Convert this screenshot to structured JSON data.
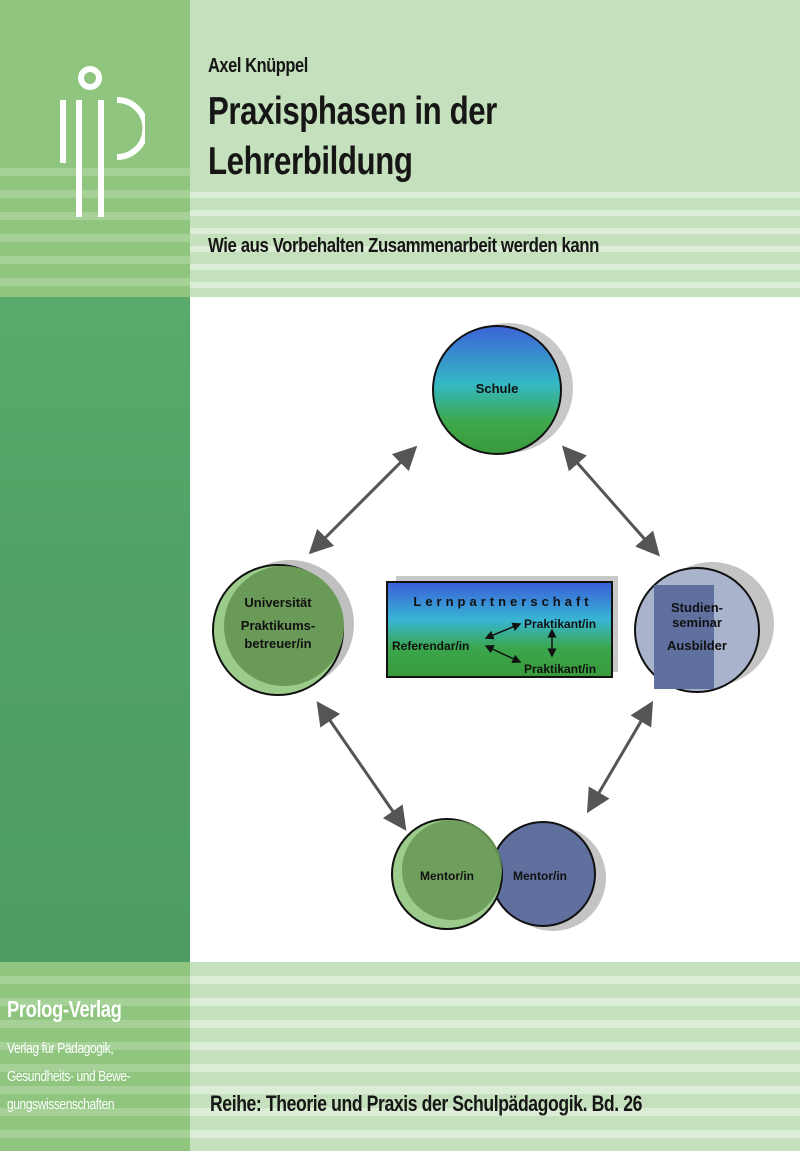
{
  "author": "Axel Knüppel",
  "title_line1": "Praxisphasen in der",
  "title_line2": "Lehrerbildung",
  "subtitle": "Wie aus Vorbehalten Zusammenarbeit werden kann",
  "diagram": {
    "schule": "Schule",
    "universitaet": "Universität",
    "uni_role1": "Praktikums-",
    "uni_role2": "betreuer/in",
    "seminar1": "Studien-",
    "seminar2": "seminar",
    "seminar_role": "Ausbilder",
    "center_title": "Lernpartnerschaft",
    "referendar": "Referendar/in",
    "praktikant1": "Praktikant/in",
    "praktikant2": "Praktikant/in",
    "mentor1": "Mentor/in",
    "mentor2": "Mentor/in"
  },
  "publisher": "Prolog-Verlag",
  "publisher_desc": [
    "Verlag für Pädagogik,",
    "Gesundheits- und Bewe-",
    "gungswissenschaften"
  ],
  "series": "Reihe: Theorie und Praxis der Schulpädagogik. Bd. 26",
  "colors": {
    "light_green": "#c5e0bc",
    "mid_green": "#8fc57f",
    "dark_green": "#52a167",
    "blue": "#5a6da0"
  }
}
